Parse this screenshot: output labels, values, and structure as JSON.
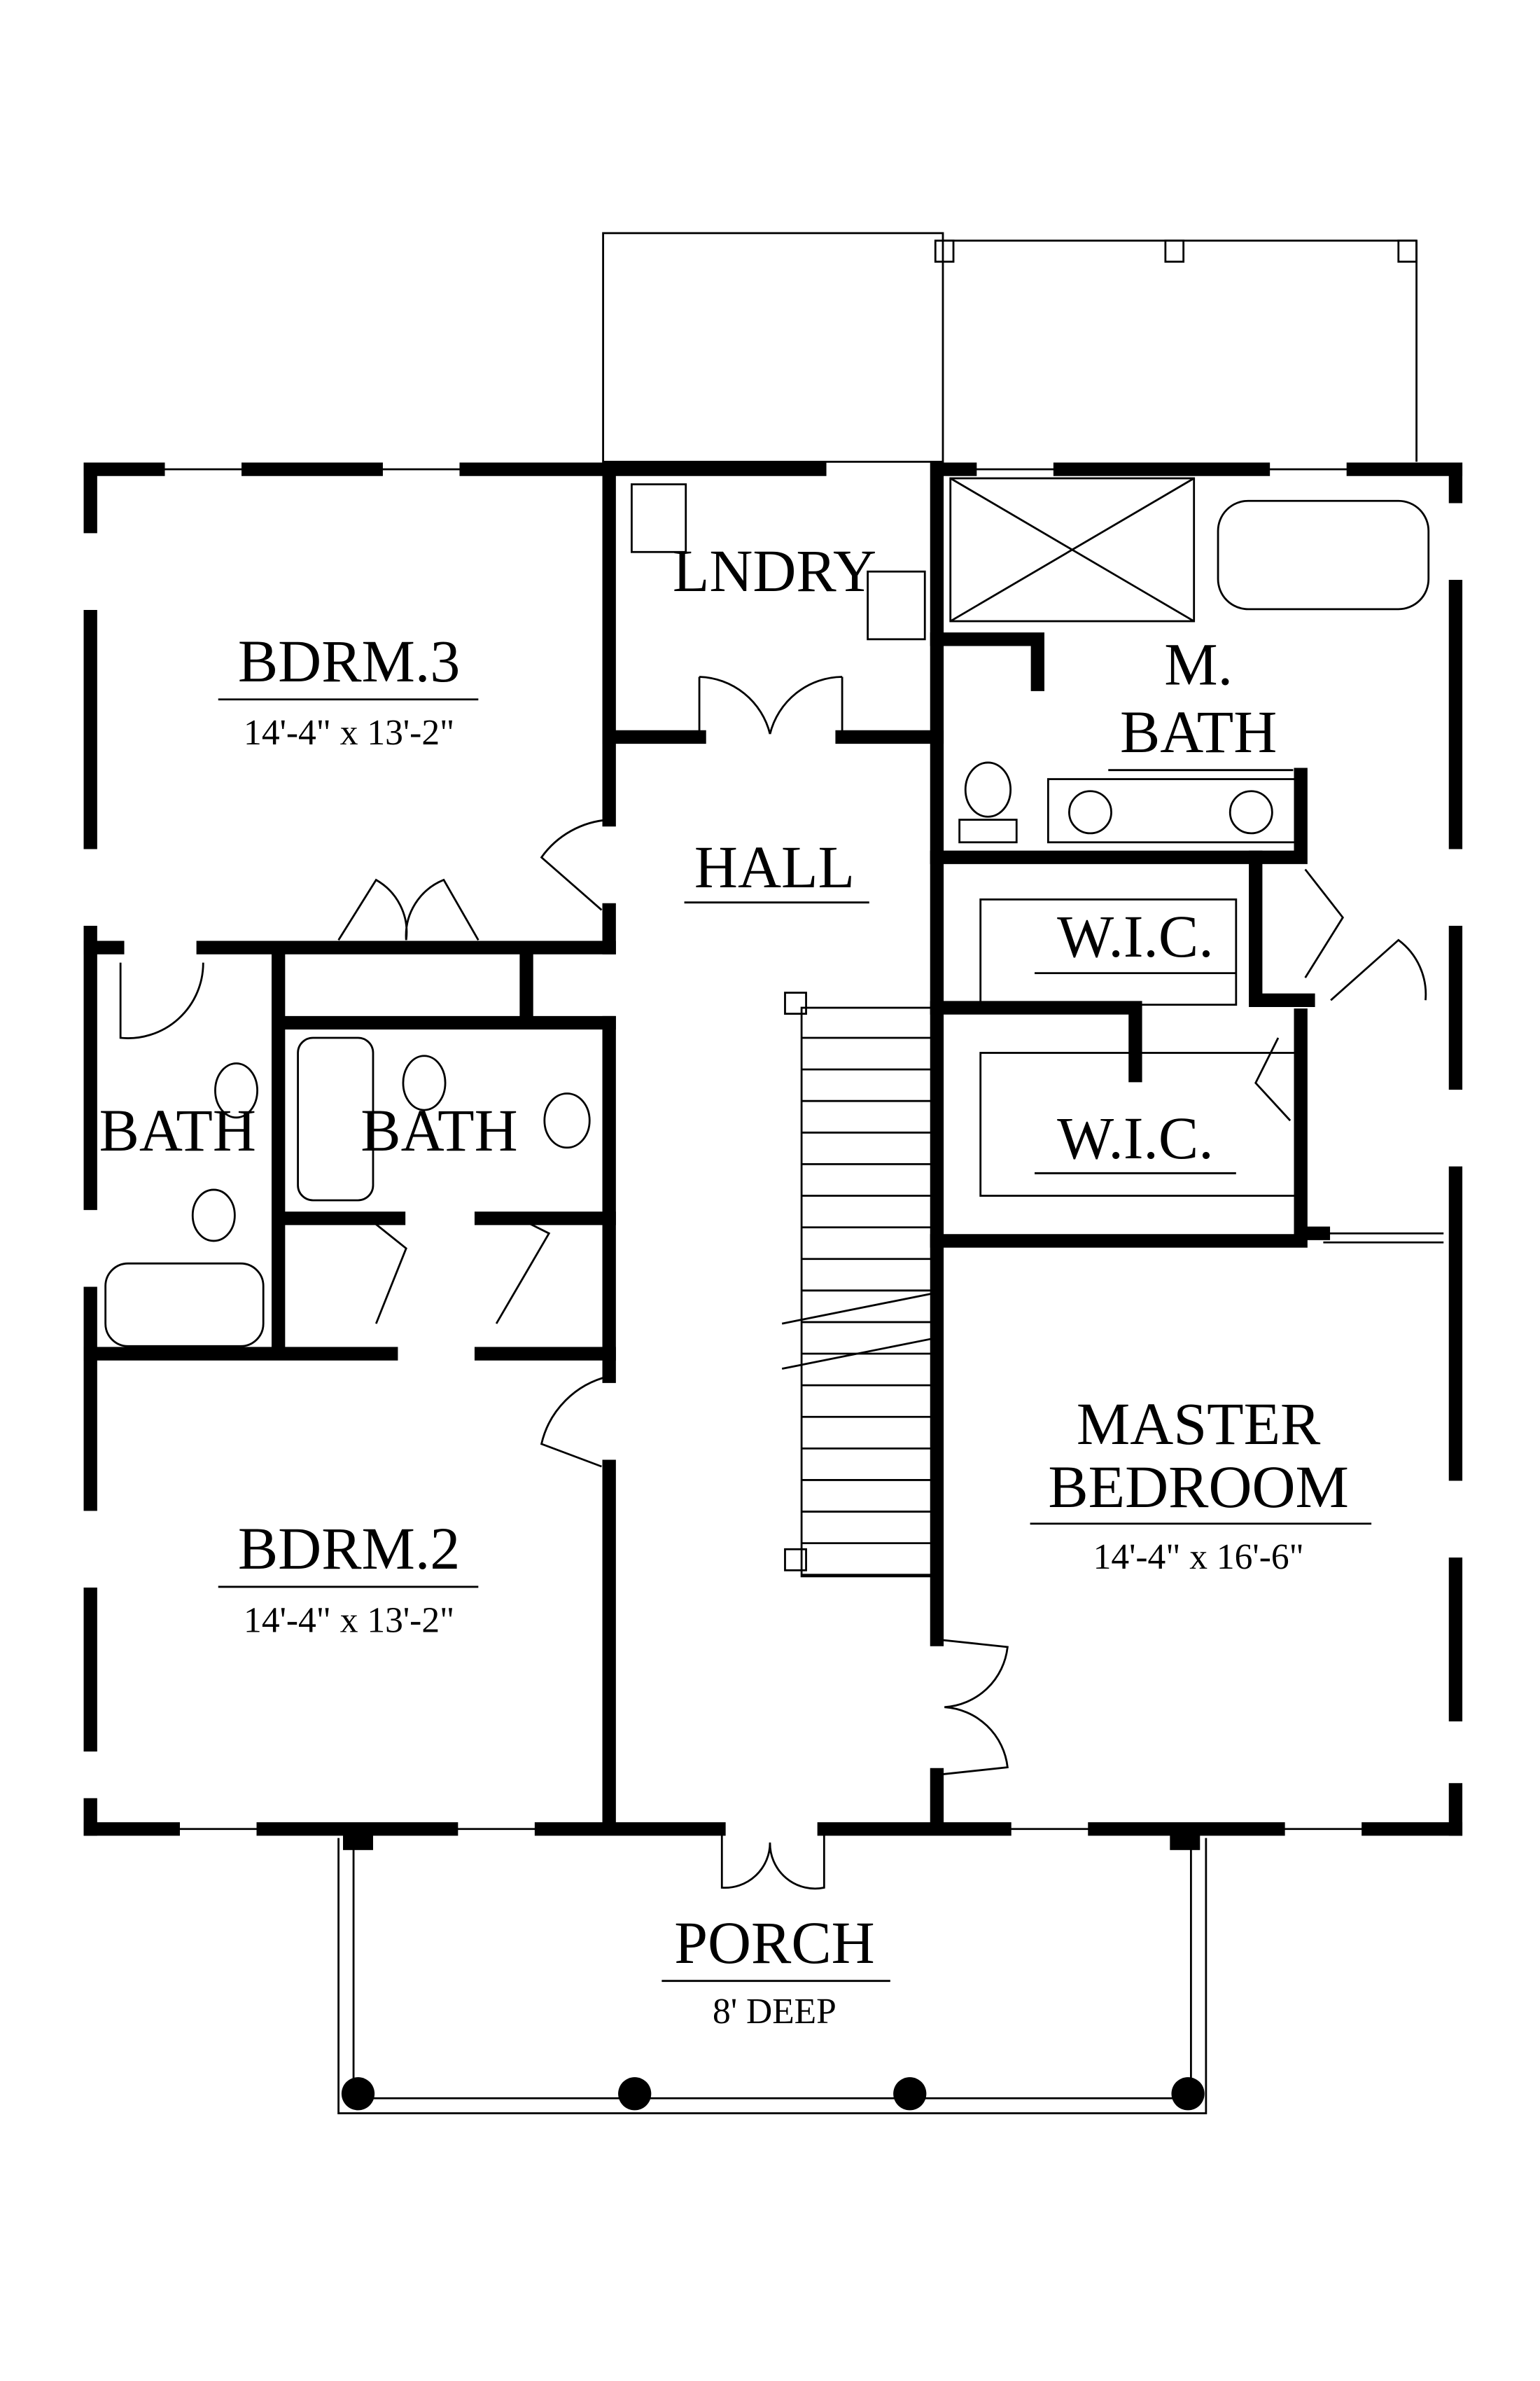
{
  "rooms": {
    "bdrm3": {
      "name": "BDRM.3",
      "size": "14'-4\" x 13'-2\""
    },
    "bdrm2": {
      "name": "BDRM.2",
      "size": "14'-4\" x 13'-2\""
    },
    "laundry": {
      "name": "LNDRY"
    },
    "hall": {
      "name": "HALL"
    },
    "mbath": {
      "name_line1": "M.",
      "name_line2": "BATH"
    },
    "wic1": {
      "name": "W.I.C."
    },
    "wic2": {
      "name": "W.I.C."
    },
    "bath_left": {
      "name": "BATH"
    },
    "bath_mid": {
      "name": "BATH"
    },
    "master": {
      "name_line1": "MASTER",
      "name_line2": "BEDROOM",
      "size": "14'-4\" x 16'-6\""
    },
    "porch": {
      "name": "PORCH",
      "size": "8' DEEP"
    }
  }
}
